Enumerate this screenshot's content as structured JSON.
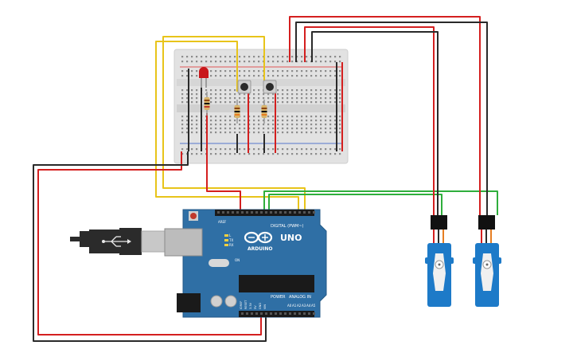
{
  "colors": {
    "background": "#ffffff",
    "breadboard": "#e4e4e4",
    "wire_red": "#d41f1f",
    "wire_black": "#2a2a2a",
    "wire_yellow": "#e8c41a",
    "wire_green": "#2fae3c",
    "arduino_board": "#2f6fa5",
    "servo_body": "#1d7ac8",
    "led": "#c8171b",
    "usb_cable": "#2b2b2b"
  },
  "board": {
    "brand": "UNO",
    "logo_text": "ARDUINO",
    "digital_label": "DIGITAL (PWM~)",
    "power_label": "POWER",
    "analog_label": "ANALOG IN",
    "ioref_label": "IOREF",
    "reset_label": "RESET",
    "v33_label": "3.3V",
    "v5_label": "5V",
    "gnd_label": "GND",
    "vin_label": "VIN",
    "aref_label": "AREF",
    "a0": "A0",
    "a1": "A1",
    "a2": "A2",
    "a3": "A3",
    "a4": "A4",
    "a5": "A5",
    "tx_label": "TX",
    "rx_label": "RX",
    "l_label": "L",
    "on_label": "ON"
  }
}
